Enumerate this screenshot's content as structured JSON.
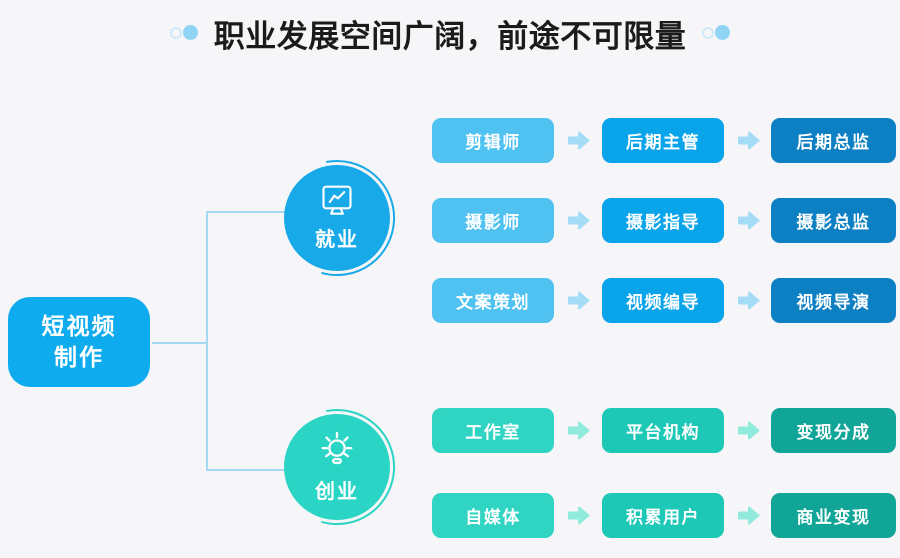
{
  "title": {
    "text": "职业发展空间广阔，前途不可限量"
  },
  "root": {
    "line1": "短视频",
    "line2": "制作"
  },
  "branches": [
    {
      "label": "就业",
      "icon": "monitor-chart-icon",
      "rows": [
        {
          "steps": [
            "剪辑师",
            "后期主管",
            "后期总监"
          ]
        },
        {
          "steps": [
            "摄影师",
            "摄影指导",
            "摄影总监"
          ]
        },
        {
          "steps": [
            "文案策划",
            "视频编导",
            "视频导演"
          ]
        }
      ]
    },
    {
      "label": "创业",
      "icon": "lightbulb-idea-icon",
      "rows": [
        {
          "steps": [
            "工作室",
            "平台机构",
            "变现分成"
          ]
        },
        {
          "steps": [
            "自媒体",
            "积累用户",
            "商业变现"
          ]
        }
      ]
    }
  ],
  "icons": {
    "header_decor": "double-circle-icon",
    "employment_branch": "monitor-chart-icon",
    "startup_branch": "lightbulb-idea-icon",
    "step_arrow": "arrow-right-icon"
  },
  "colors": {
    "bg": "#f6f5f7",
    "title_text": "#1b1b1b",
    "root_box": "#0fabef",
    "connector": "#a5d9f6",
    "decor_dot": "#8fd4f4",
    "decor_ring": "#cfe9fb",
    "blue_node": "#18a9e9",
    "teal_node": "#2bd5c5",
    "blue_1": "#4fc2f1",
    "blue_2": "#09a4e9",
    "blue_3": "#0c80c3",
    "blue_arrow": "#a5dcf7",
    "teal_1": "#30d4c2",
    "teal_2": "#1ec8b6",
    "teal_3": "#10a597",
    "teal_arrow": "#90ebdc"
  }
}
